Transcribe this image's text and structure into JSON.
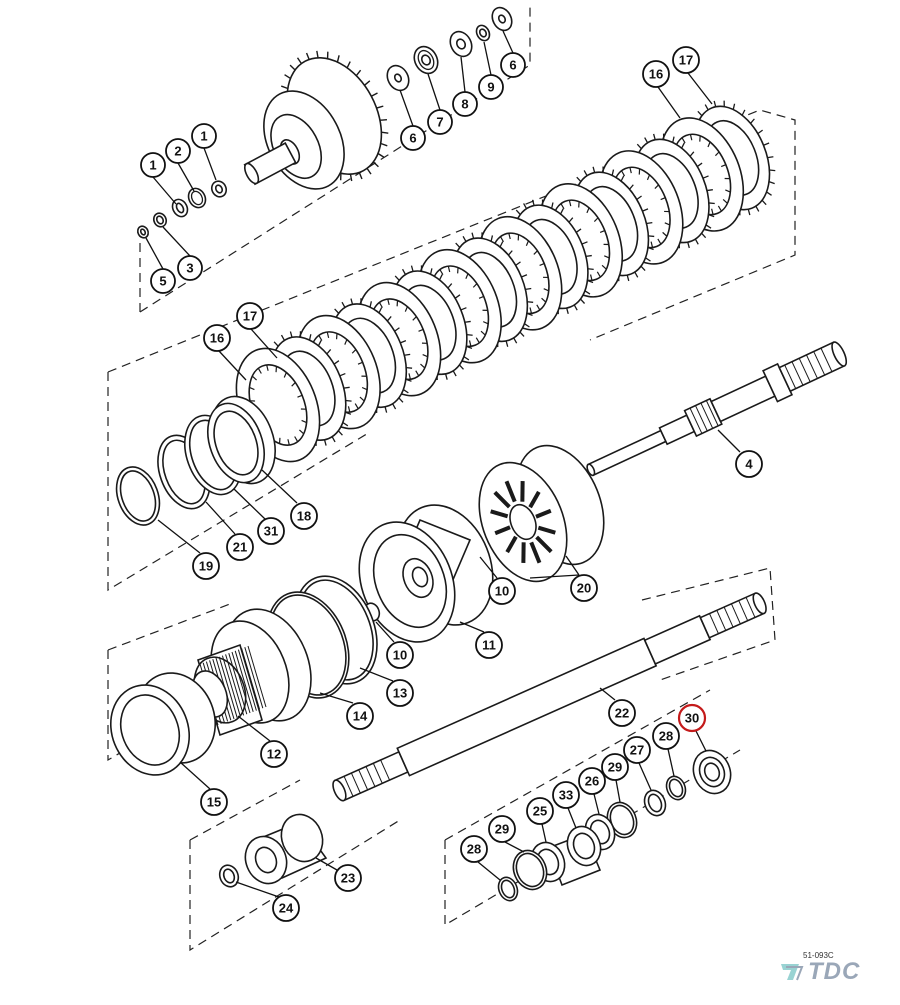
{
  "diagram": {
    "reference_code": "51-093C",
    "logo_text": "TDC",
    "highlight_color": "#c41a1a",
    "callouts": [
      {
        "id": "c1a",
        "label": "1"
      },
      {
        "id": "c2",
        "label": "2"
      },
      {
        "id": "c1b",
        "label": "1"
      },
      {
        "id": "c5",
        "label": "5"
      },
      {
        "id": "c3",
        "label": "3"
      },
      {
        "id": "c6a",
        "label": "6"
      },
      {
        "id": "c7",
        "label": "7"
      },
      {
        "id": "c8",
        "label": "8"
      },
      {
        "id": "c9",
        "label": "9"
      },
      {
        "id": "c6b",
        "label": "6"
      },
      {
        "id": "c16a",
        "label": "16"
      },
      {
        "id": "c17a",
        "label": "17"
      },
      {
        "id": "c16b",
        "label": "16"
      },
      {
        "id": "c17b",
        "label": "17"
      },
      {
        "id": "c4",
        "label": "4"
      },
      {
        "id": "c18",
        "label": "18"
      },
      {
        "id": "c31",
        "label": "31"
      },
      {
        "id": "c21",
        "label": "21"
      },
      {
        "id": "c19",
        "label": "19"
      },
      {
        "id": "c10a",
        "label": "10"
      },
      {
        "id": "c20",
        "label": "20"
      },
      {
        "id": "c11",
        "label": "11"
      },
      {
        "id": "c10b",
        "label": "10"
      },
      {
        "id": "c13",
        "label": "13"
      },
      {
        "id": "c14",
        "label": "14"
      },
      {
        "id": "c12",
        "label": "12"
      },
      {
        "id": "c15",
        "label": "15"
      },
      {
        "id": "c22",
        "label": "22"
      },
      {
        "id": "c30",
        "label": "30",
        "highlighted": true
      },
      {
        "id": "c28a",
        "label": "28"
      },
      {
        "id": "c27",
        "label": "27"
      },
      {
        "id": "c29a",
        "label": "29"
      },
      {
        "id": "c26",
        "label": "26"
      },
      {
        "id": "c33",
        "label": "33"
      },
      {
        "id": "c25",
        "label": "25"
      },
      {
        "id": "c29b",
        "label": "29"
      },
      {
        "id": "c28b",
        "label": "28"
      },
      {
        "id": "c23",
        "label": "23"
      },
      {
        "id": "c24",
        "label": "24"
      }
    ]
  }
}
